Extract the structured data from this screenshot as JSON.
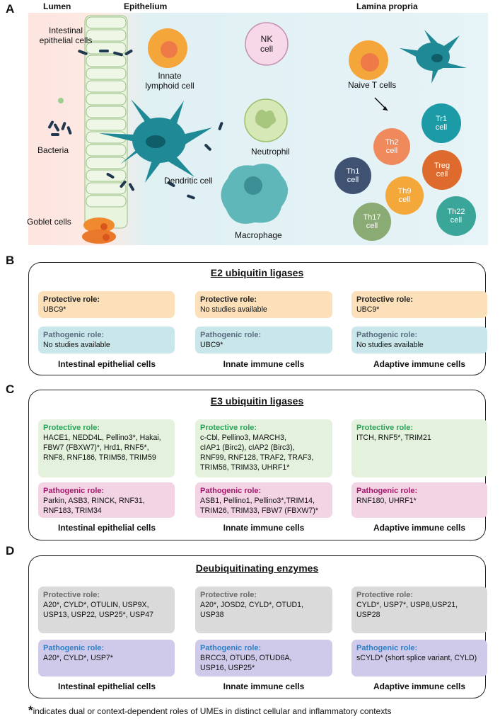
{
  "panel_a": {
    "letter": "A",
    "headers": {
      "lumen": "Lumen",
      "epithelium": "Epithelium",
      "lamina": "Lamina propria"
    },
    "labels": {
      "iec": "Intestinal\nepithelial cells",
      "bacteria": "Bacteria",
      "goblet": "Goblet cells",
      "ilc": "Innate\nlymphoid cell",
      "nk": "NK\ncell",
      "neutrophil": "Neutrophil",
      "dendritic": "Dendritic cell",
      "macrophage": "Macrophage",
      "naive": "Naive T cells"
    },
    "tcells": {
      "th1": "Th1\ncell",
      "th2": "Th2\ncell",
      "tr1": "Tr1\ncell",
      "treg": "Treg\ncell",
      "th9": "Th9\ncell",
      "th17": "Th17\ncell",
      "th22": "Th22\ncell"
    },
    "colors": {
      "lumen_bg": "#fde9e3",
      "propria_bg": "#e3f2f6",
      "ilc": "#f5a63a",
      "nk": "#f6d8e8",
      "neutrophil": "#d6e8b5",
      "dendritic": "#1f8a96",
      "macrophage": "#5fb7b9",
      "th1": "#3f5272",
      "th2": "#f08a5d",
      "tr1": "#1c9aa6",
      "treg": "#de6a2d",
      "th9": "#f5a83a",
      "th17": "#8aab73",
      "th22": "#3aa69a"
    }
  },
  "panel_b": {
    "letter": "B",
    "title": "E2 ubiquitin ligases",
    "columns": [
      {
        "label": "Intestinal epithelial cells",
        "protective": {
          "head": "Protective role:",
          "body": "UBC9*"
        },
        "pathogenic": {
          "head": "Pathogenic role:",
          "body": "No studies available"
        }
      },
      {
        "label": "Innate immune cells",
        "protective": {
          "head": "Protective role:",
          "body": "No studies available"
        },
        "pathogenic": {
          "head": "Pathogenic role:",
          "body": "UBC9*"
        }
      },
      {
        "label": "Adaptive immune cells",
        "protective": {
          "head": "Protective role:",
          "body": "UBC9*"
        },
        "pathogenic": {
          "head": "Pathogenic role:",
          "body": "No studies available"
        }
      }
    ]
  },
  "panel_c": {
    "letter": "C",
    "title": "E3 ubiquitin ligases",
    "columns": [
      {
        "label": "Intestinal epithelial cells",
        "protective": {
          "head": "Protective role:",
          "body": "HACE1, NEDD4L, Pellino3*, Hakai,\nFBW7 (FBXW7)*, Hrd1, RNF5*,\nRNF8, RNF186, TRIM58, TRIM59"
        },
        "pathogenic": {
          "head": "Pathogenic role:",
          "body": "Parkin, ASB3, RINCK, RNF31,\nRNF183, TRIM34"
        }
      },
      {
        "label": "Innate immune cells",
        "protective": {
          "head": "Protective role:",
          "body": "c-Cbl, Pellino3, MARCH3,\ncIAP1 (Birc2), cIAP2 (Birc3),\nRNF99, RNF128, TRAF2, TRAF3,\nTRIM58, TRIM33, UHRF1*"
        },
        "pathogenic": {
          "head": "Pathogenic role:",
          "body": "ASB1, Pellino1, Pellino3*,TRIM14,\nTRIM26, TRIM33, FBW7 (FBXW7)*"
        }
      },
      {
        "label": "Adaptive immune cells",
        "protective": {
          "head": "Protective role:",
          "body": "ITCH, RNF5*, TRIM21"
        },
        "pathogenic": {
          "head": "Pathogenic role:",
          "body": "RNF180, UHRF1*"
        }
      }
    ]
  },
  "panel_d": {
    "letter": "D",
    "title": "Deubiquitinating enzymes",
    "columns": [
      {
        "label": "Intestinal epithelial cells",
        "protective": {
          "head": "Protective role:",
          "body": "A20*, CYLD*, OTULIN, USP9X,\nUSP13, USP22, USP25*, USP47"
        },
        "pathogenic": {
          "head": "Pathogenic role:",
          "body": "A20*, CYLD*, USP7*"
        }
      },
      {
        "label": "Innate immune cells",
        "protective": {
          "head": "Protective role:",
          "body": "A20*, JOSD2, CYLD*,  OTUD1,\nUSP38"
        },
        "pathogenic": {
          "head": "Pathogenic role:",
          "body": "BRCC3, OTUD5, OTUD6A,\nUSP16, USP25*"
        }
      },
      {
        "label": "Adaptive immune cells",
        "protective": {
          "head": "Protective role:",
          "body": "CYLD*, USP7*, USP8,USP21,\nUSP28"
        },
        "pathogenic": {
          "head": "Pathogenic role:",
          "body": "sCYLD* (short splice variant, CYLD)"
        }
      }
    ]
  },
  "footnote": {
    "star": "*",
    "text": "indicates dual or context-dependent roles of UMEs in distinct cellular and inflammatory contexts"
  }
}
